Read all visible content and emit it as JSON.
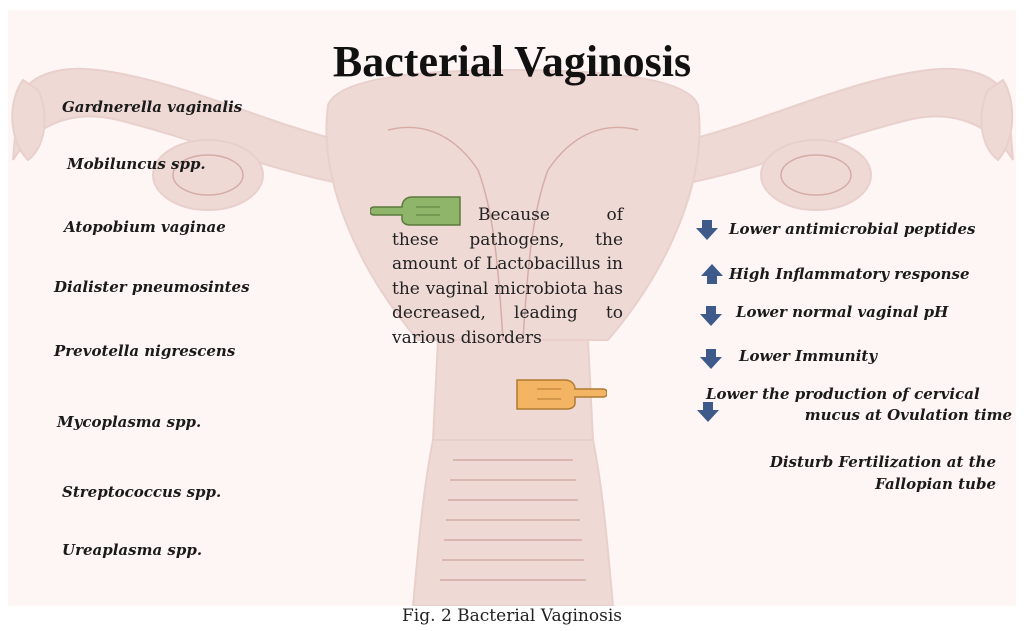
{
  "title": "Bacterial Vaginosis",
  "pathogens": [
    "Gardnerella vaginalis",
    "Mobiluncus spp.",
    "Atopobium vaginae",
    "Dialister pneumosintes",
    "Prevotella nigrescens",
    "Mycoplasma spp.",
    "Streptococcus spp.",
    "Ureaplasma spp."
  ],
  "explanation": {
    "lead": "Because of",
    "rest": "these pathogens, the amount of Lactobacillus in the vaginal microbiota has decreased, leading to various disorders"
  },
  "effects": [
    {
      "text": "Lower antimicrobial peptides",
      "direction": "down"
    },
    {
      "text": "High Inflammatory response",
      "direction": "up"
    },
    {
      "text": "Lower normal vaginal pH",
      "direction": "down"
    },
    {
      "text": "Lower Immunity",
      "direction": "down"
    },
    {
      "text": "Lower the production of cervical",
      "text2": "mucus at Ovulation time",
      "direction": "down"
    },
    {
      "text": "Disturb Fertilization  at the",
      "text2": "Fallopian tube",
      "direction": "none"
    }
  ],
  "caption": "Fig. 2 Bacterial Vaginosis",
  "colors": {
    "arrow": "#3d5a8a",
    "hand_green": "#8fb56a",
    "hand_orange": "#f3b464",
    "anatomy": "#c98f86"
  },
  "icons": {
    "hand_top": "pointing-hand-left-icon",
    "hand_bottom": "pointing-hand-right-icon"
  }
}
